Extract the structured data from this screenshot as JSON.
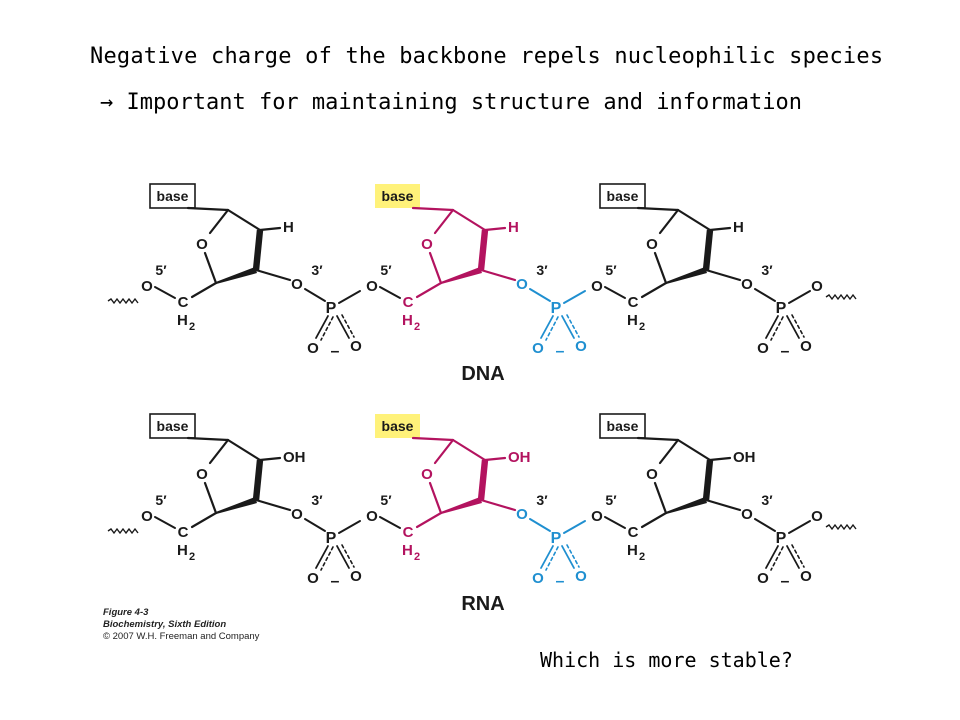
{
  "heading": {
    "line1": "Negative charge of the backbone repels nucleophilic species",
    "arrow": "→",
    "line2": " Important for maintaining structure and information"
  },
  "question": "Which is more stable?",
  "caption": {
    "figure": "Figure 4-3",
    "book": "Biochemistry, Sixth Edition",
    "copyright": "© 2007 W.H. Freeman and Company"
  },
  "diagram": {
    "strands": [
      {
        "label": "DNA",
        "sugar_substituent": "H"
      },
      {
        "label": "RNA",
        "sugar_substituent": "OH"
      }
    ],
    "atoms": {
      "base": "base",
      "ring_oxygen": "O",
      "oxygen": "O",
      "carbon": "C",
      "h2": "H",
      "h2_subscript": "2",
      "phosphorus": "P",
      "minus": "–",
      "five_prime": "5′",
      "three_prime": "3′"
    },
    "colors": {
      "black": "#1a1a1a",
      "magenta": "#b3135f",
      "blue": "#1f8fd0",
      "highlight": "#fff27a"
    }
  }
}
